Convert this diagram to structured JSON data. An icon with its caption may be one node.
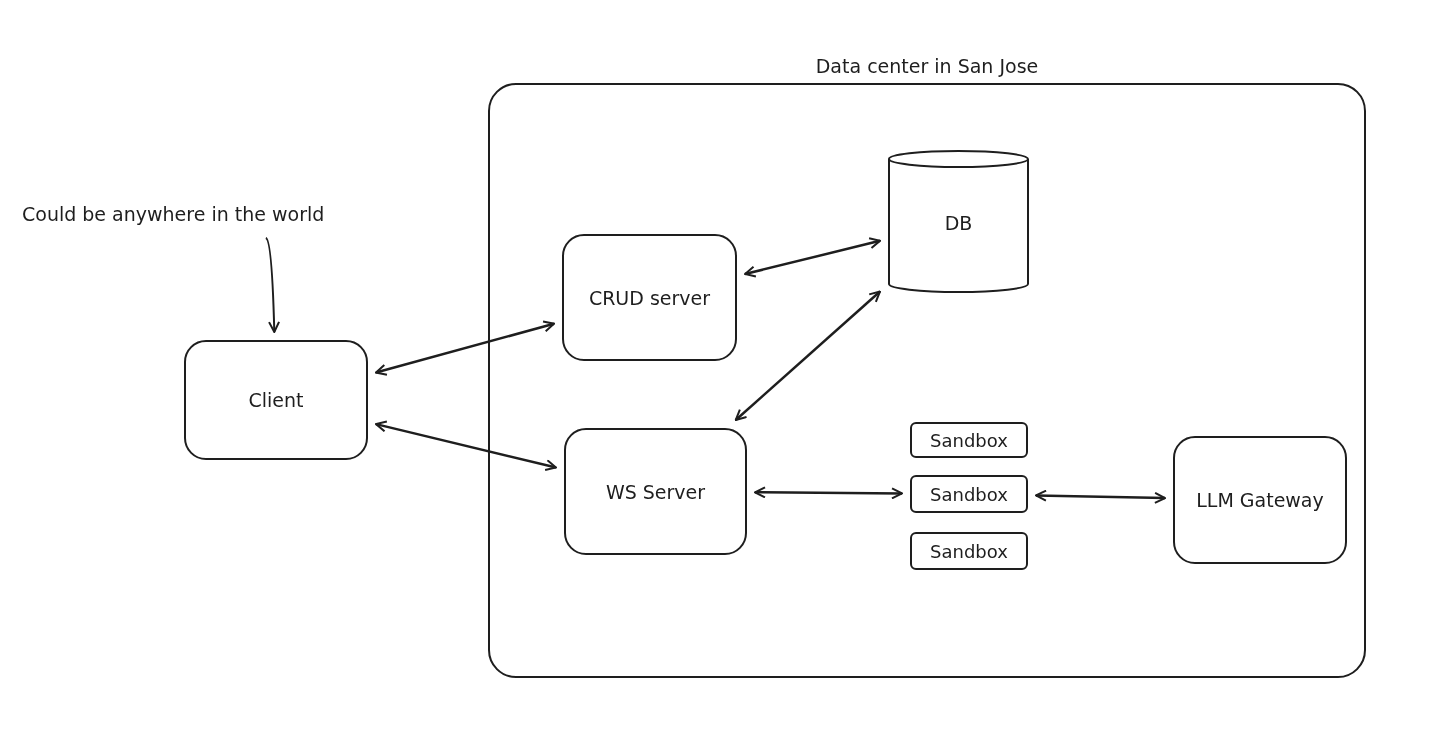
{
  "diagram": {
    "nodes": [
      {
        "text": [
          "Data center in San Jose"
        ]
      },
      {
        "text": [
          "Could be anywhere in the world"
        ]
      },
      {
        "text": [
          "Client"
        ]
      },
      {
        "text": [
          "CRUD server"
        ],
        "in": 0
      },
      {
        "text": [
          "DB"
        ],
        "in": 0
      },
      {
        "text": [
          "WS Server"
        ],
        "in": 0
      },
      {
        "text": [
          "Sandbox"
        ],
        "in": 0
      },
      {
        "text": [
          "Sandbox"
        ],
        "in": 0
      },
      {
        "text": [
          "Sandbox"
        ],
        "in": 0
      },
      {
        "text": [
          "LLM Gateway"
        ],
        "in": 0
      }
    ],
    "edges": [
      {
        "from": 1,
        "to": 2,
        "arrow": "to"
      },
      {
        "from": 2,
        "to": 3,
        "arrow": "both"
      },
      {
        "from": 2,
        "to": 5,
        "arrow": "both"
      },
      {
        "from": 3,
        "to": 4,
        "arrow": "both"
      },
      {
        "from": 5,
        "to": 4,
        "arrow": "both"
      },
      {
        "from": 5,
        "to": 7,
        "arrow": "both"
      },
      {
        "from": 7,
        "to": 9,
        "arrow": "both"
      }
    ]
  }
}
